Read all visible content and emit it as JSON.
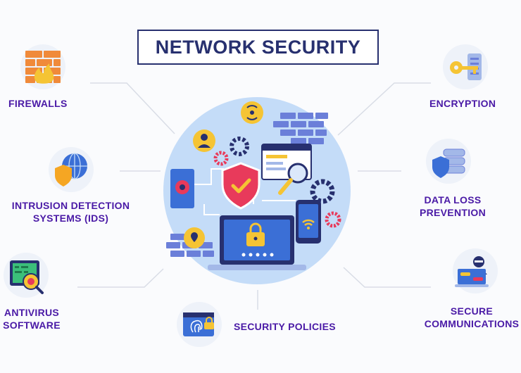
{
  "title": "NETWORK SECURITY",
  "items": {
    "firewalls": {
      "label": "FIREWALLS",
      "icon": "firewall-icon"
    },
    "ids": {
      "label_line1": "INTRUSION DETECTION",
      "label_line2": "SYSTEMS (IDS)",
      "icon": "shield-globe-icon"
    },
    "antivirus": {
      "label_line1": "ANTIVIRUS",
      "label_line2": "SOFTWARE",
      "icon": "antivirus-scan-icon"
    },
    "policies": {
      "label": "SECURITY POLICIES",
      "icon": "fingerprint-policy-icon"
    },
    "encryption": {
      "label": "ENCRYPTION",
      "icon": "key-icon"
    },
    "dlp": {
      "label_line1": "DATA LOSS",
      "label_line2": "PREVENTION",
      "icon": "database-shield-icon"
    },
    "secure_comm": {
      "label_line1": "SECURE",
      "label_line2": "COMMUNICATIONS",
      "icon": "hacker-laptop-icon"
    }
  },
  "colors": {
    "title": "#27306f",
    "label": "#4a1aa6",
    "circle": "#c4dcf8",
    "accent_red": "#e83a5b",
    "accent_yellow": "#f5c434",
    "accent_blue": "#3b6fd6"
  }
}
